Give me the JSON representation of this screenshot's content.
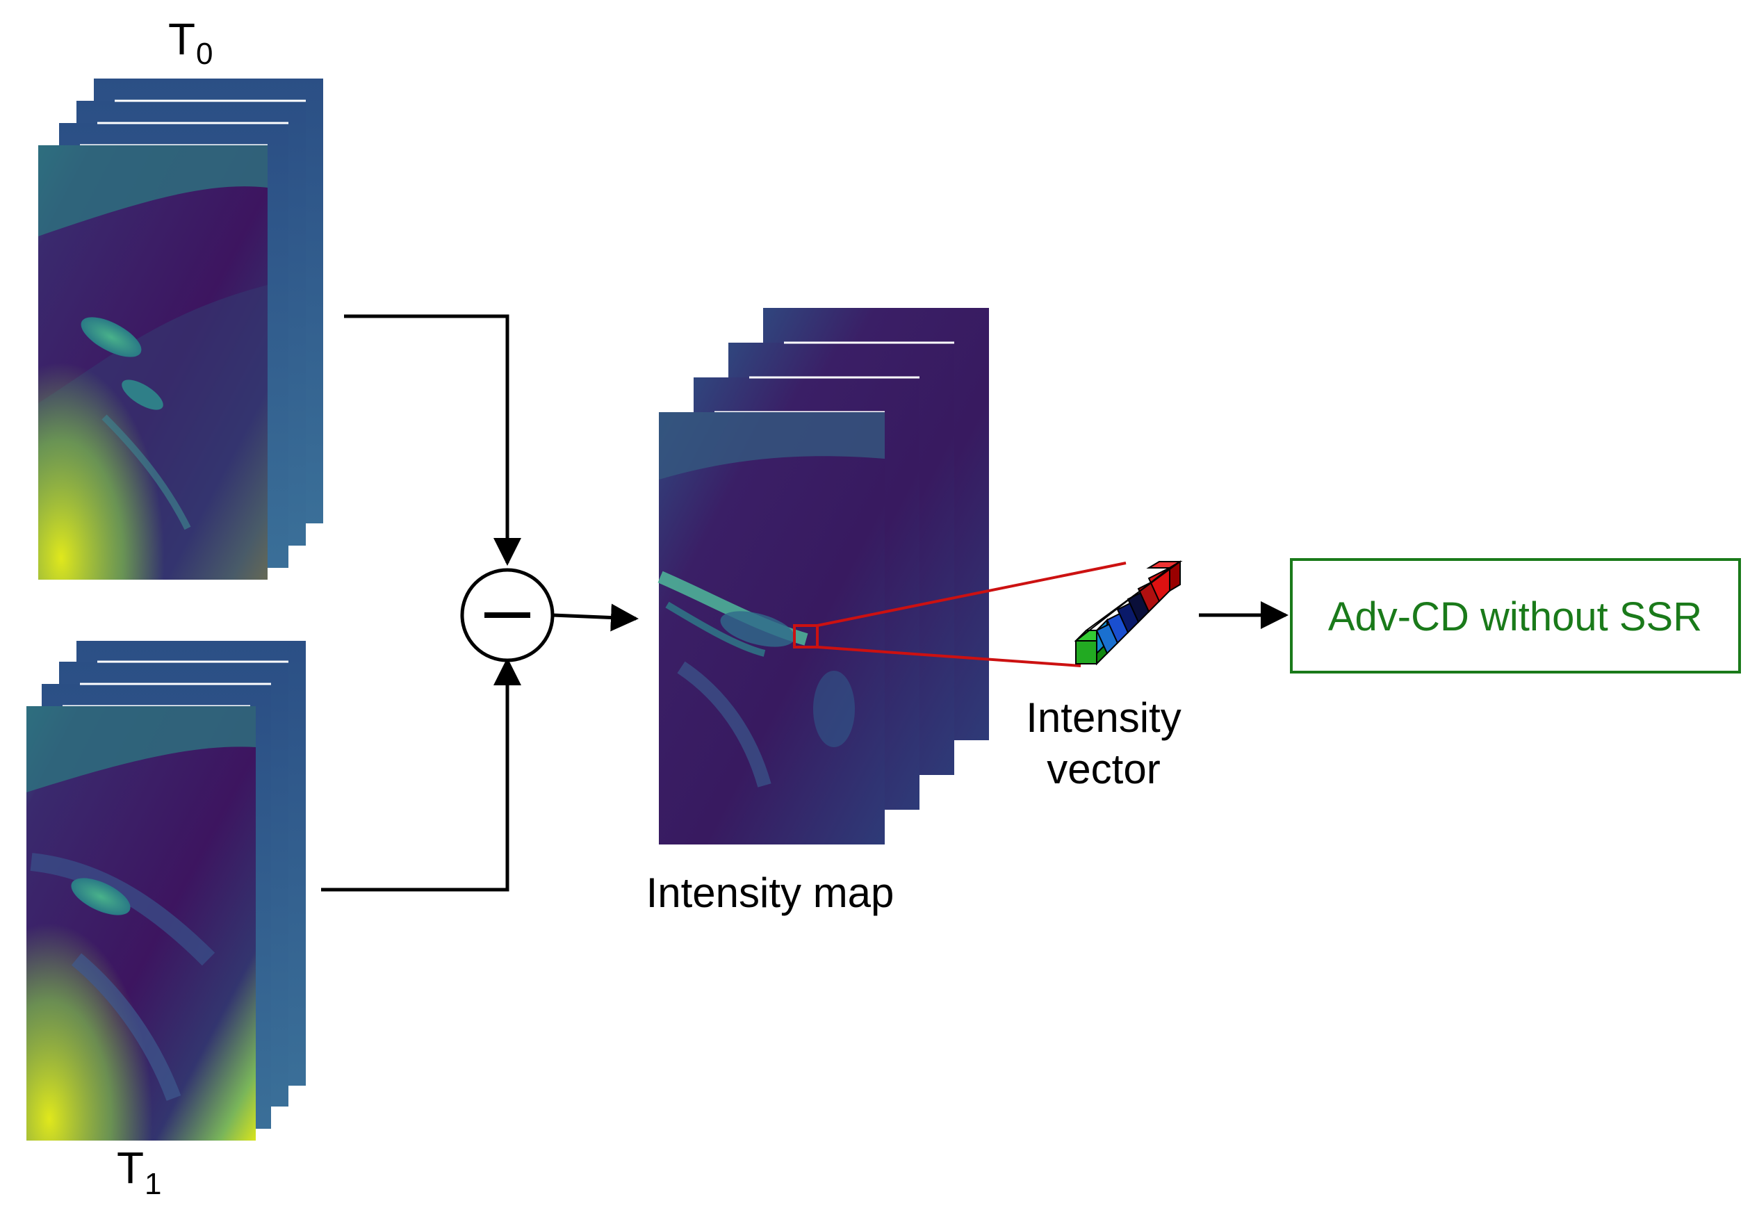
{
  "inputs": {
    "t0": {
      "letter": "T",
      "subscript": "0"
    },
    "t1": {
      "letter": "T",
      "subscript": "1"
    }
  },
  "operator": {
    "symbol": "minus"
  },
  "intensity_map": {
    "label": "Intensity map"
  },
  "intensity_vector": {
    "label_line1": "Intensity",
    "label_line2": "vector"
  },
  "output": {
    "label": "Adv-CD without SSR"
  },
  "colors": {
    "output_green": "#1a7a1a",
    "highlight_red": "#cc1111",
    "viridis_dark": "#3f1258",
    "viridis_mid": "#2c6f8e",
    "viridis_light": "#d8e41c",
    "vector_green": "#22aa22",
    "vector_blue": "#1a4fd0",
    "vector_navy": "#0a1a6a",
    "vector_red": "#dd1111"
  }
}
